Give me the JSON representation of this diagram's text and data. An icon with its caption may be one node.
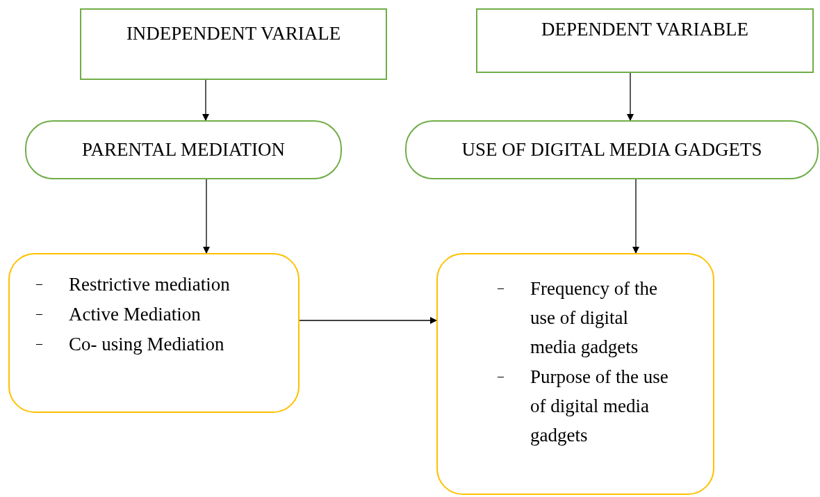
{
  "diagram": {
    "nodes": [
      {
        "text": [
          "INDEPENDENT VARIALE"
        ]
      },
      {
        "text": [
          "DEPENDENT VARIABLE"
        ]
      },
      {
        "text": [
          "PARENTAL MEDIATION"
        ]
      },
      {
        "text": [
          "USE OF DIGITAL MEDIA GADGETS"
        ]
      },
      {
        "text": [
          "Restrictive mediation",
          "Active Mediation",
          "Co- using Mediation"
        ]
      },
      {
        "text": [
          "Frequency of the use of digital media gadgets",
          "Purpose of the use of digital media gadgets"
        ]
      }
    ],
    "edges": [
      {
        "from": 0,
        "to": 2,
        "arrow": "to"
      },
      {
        "from": 1,
        "to": 3,
        "arrow": "to"
      },
      {
        "from": 2,
        "to": 4,
        "arrow": "to"
      },
      {
        "from": 3,
        "to": 5,
        "arrow": "to"
      },
      {
        "from": 4,
        "to": 5,
        "arrow": "to"
      }
    ]
  }
}
